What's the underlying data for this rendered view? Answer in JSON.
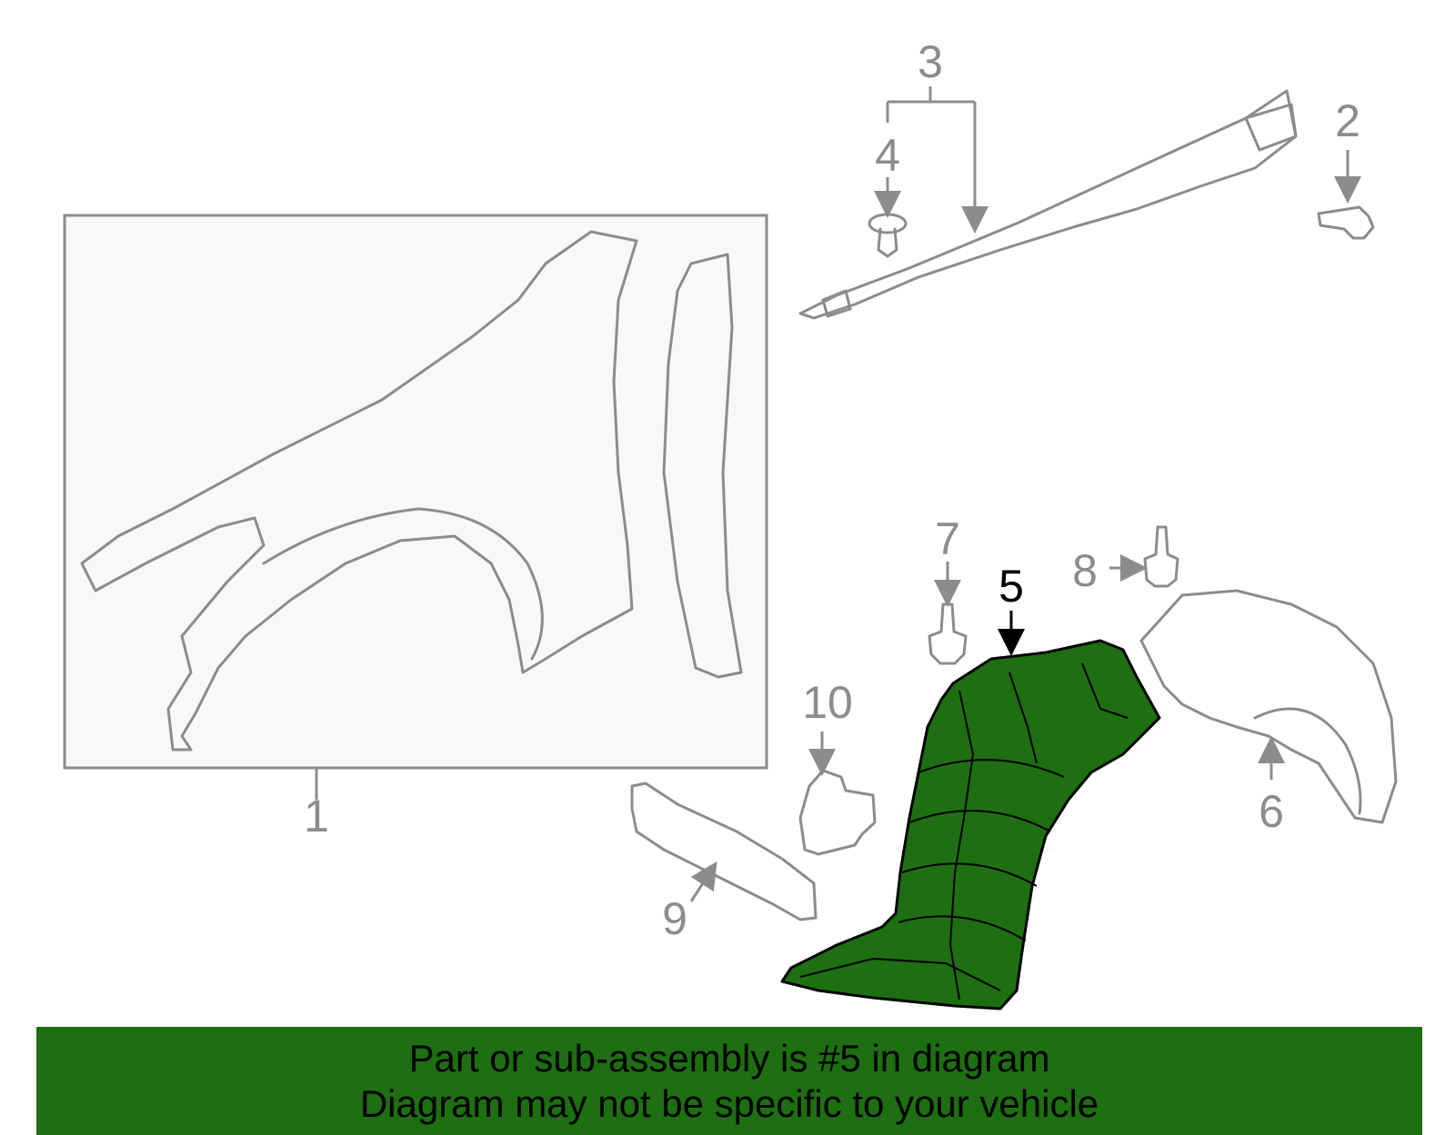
{
  "highlight_color": "#1e6e12",
  "callouts": {
    "c1": "1",
    "c2": "2",
    "c3": "3",
    "c4": "4",
    "c5": "5",
    "c6": "6",
    "c7": "7",
    "c8": "8",
    "c9": "9",
    "c10": "10"
  },
  "highlighted_callout": "5",
  "banner": {
    "line1": "Part or sub-assembly is #5 in diagram",
    "line2": "Diagram may not be specific to your vehicle"
  }
}
